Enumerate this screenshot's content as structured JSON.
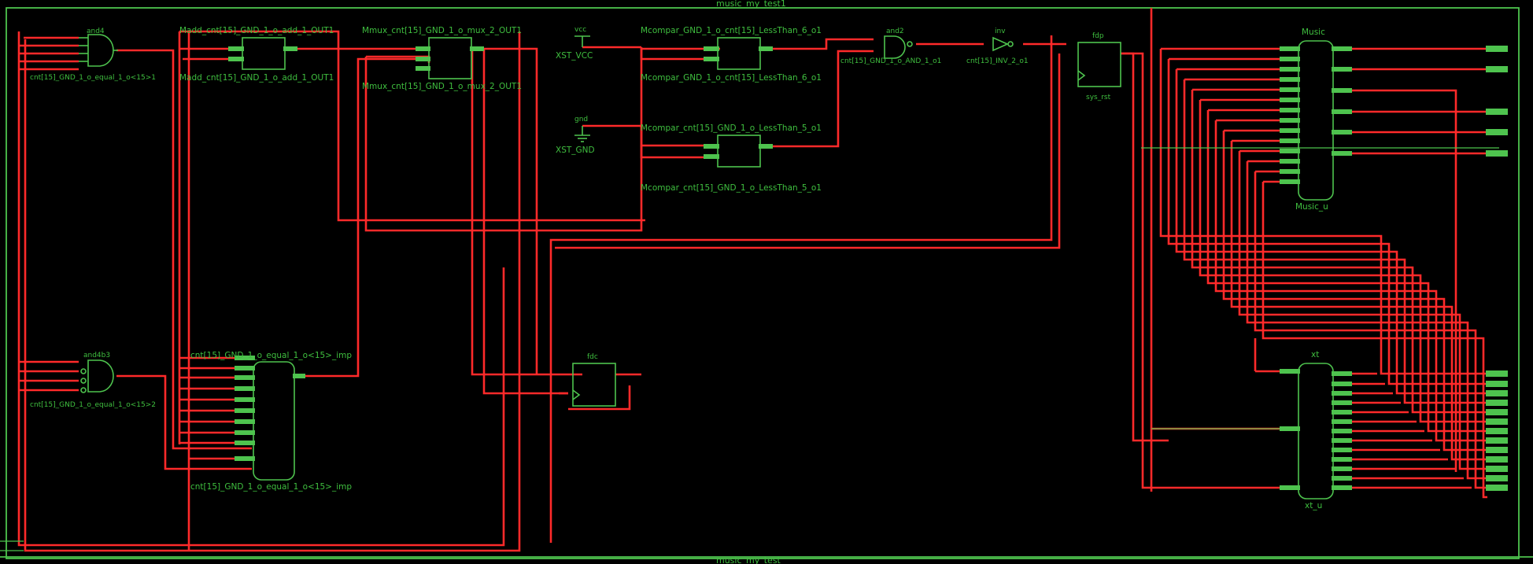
{
  "title_top": "music_my_test1",
  "title_bottom": "music_my_test",
  "gates": {
    "and4": {
      "type": "and4",
      "instance": "cnt[15]_GND_1_o_equal_1_o<15>1"
    },
    "and4b3": {
      "type": "and4b3",
      "instance": "cnt[15]_GND_1_o_equal_1_o<15>2"
    },
    "and2": {
      "type": "and2",
      "instance": "cnt[15]_GND_1_o_AND_1_o1"
    },
    "inv": {
      "type": "inv",
      "instance": "cnt[15]_INV_2_o1"
    }
  },
  "blocks": {
    "madd": {
      "top": "Madd_cnt[15]_GND_1_o_add_1_OUT1",
      "bottom": "Madd_cnt[15]_GND_1_o_add_1_OUT1"
    },
    "mmux": {
      "top": "Mmux_cnt[15]_GND_1_o_mux_2_OUT1",
      "bottom": "Mmux_cnt[15]_GND_1_o_mux_2_OUT1"
    },
    "mcompar6": {
      "top": "Mcompar_GND_1_o_cnt[15]_LessThan_6_o1",
      "bottom": "Mcompar_GND_1_o_cnt[15]_LessThan_6_o1"
    },
    "mcompar5": {
      "top": "Mcompar_cnt[15]_GND_1_o_LessThan_5_o1",
      "bottom": "Mcompar_cnt[15]_GND_1_o_LessThan_5_o1"
    },
    "equal_imp": {
      "top": "cnt[15]_GND_1_o_equal_1_o<15>_imp",
      "bottom": "cnt[15]_GND_1_o_equal_1_o<15>_imp"
    },
    "fdc": {
      "type": "fdc"
    },
    "fdp": {
      "type": "fdp",
      "instance": "sys_rst"
    },
    "music": {
      "type": "Music",
      "instance": "Music_u"
    },
    "xt": {
      "type": "xt",
      "instance": "xt_u"
    }
  },
  "sources": {
    "vcc": {
      "type": "vcc",
      "instance": "XST_VCC"
    },
    "gnd": {
      "type": "gnd",
      "instance": "XST_GND"
    }
  }
}
